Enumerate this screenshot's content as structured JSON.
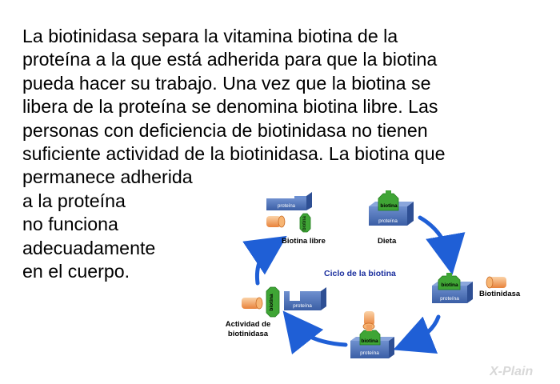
{
  "paragraph": {
    "lines": [
      "La biotinidasa separa la vitamina biotina de la",
      "proteína a la que está adherida para que la biotina",
      "pueda hacer su trabajo. Una vez que la biotina se",
      "libera de la proteína se denomina biotina libre. Las",
      "personas con deficiencia de biotinidasa no tienen",
      "suficiente actividad de la biotinidasa. La biotina que",
      "permanece adherida",
      "a la proteína",
      "no funciona",
      "adecuadamente",
      "en el cuerpo."
    ]
  },
  "diagram": {
    "center_label": "Ciclo de la biotina",
    "labels": {
      "biotina_libre": "Biotina libre",
      "dieta": "Dieta",
      "biotinidasa": "Biotinidasa",
      "actividad_line1": "Actividad de",
      "actividad_line2": "biotinidasa"
    },
    "protein_word": "proteína",
    "biotin_word": "biotina",
    "colors": {
      "protein": "#4a6fb5",
      "biotin": "#3fa535",
      "enzyme": "#f5a65b",
      "arrow": "#1f5fd6",
      "center_label": "#1b2f9e"
    }
  },
  "logo": {
    "text": "X-Plain"
  }
}
